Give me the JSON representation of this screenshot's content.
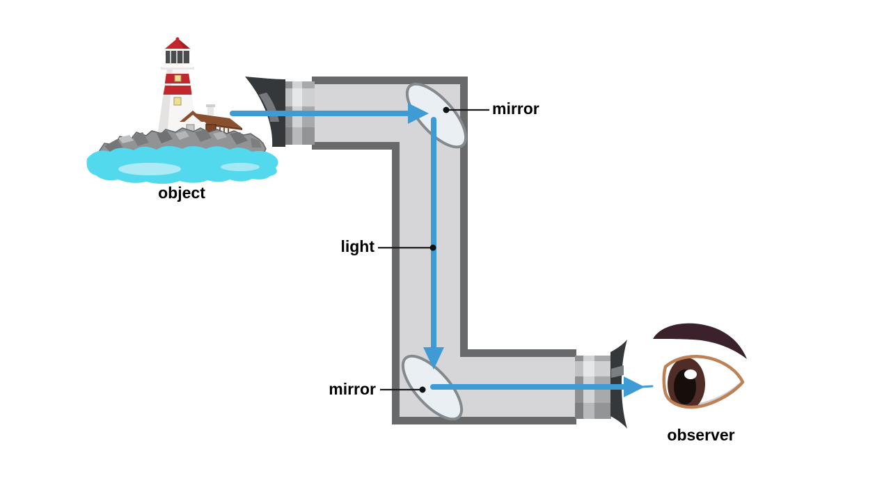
{
  "diagram": {
    "type": "periscope-light-path",
    "background": "#ffffff",
    "labels": {
      "object": "object",
      "light": "light",
      "mirror_top": "mirror",
      "mirror_bottom": "mirror",
      "observer": "observer"
    },
    "illustrations": {
      "object_icon": "lighthouse-island-icon",
      "observer_icon": "eye-icon"
    },
    "colors": {
      "ray": "#3f9bd4",
      "tube_border": "#67696b",
      "tube_fill": "#d6d6d8",
      "mirror_fill": "#e9eff3",
      "mirror_stroke": "#84898d",
      "funnel": "#35383b",
      "collar": "#a8a9ab",
      "leader_line": "#1a1a1a",
      "label_text": "#000000",
      "water": "#52d9ee",
      "water_light": "#aceaf5",
      "rock": "#919395",
      "lighthouse_red": "#c1272d",
      "roof_brown": "#8a4f2e",
      "eyebrow": "#3a212c",
      "iris": "#4f2c26",
      "eye_outline": "#bd8155"
    }
  }
}
